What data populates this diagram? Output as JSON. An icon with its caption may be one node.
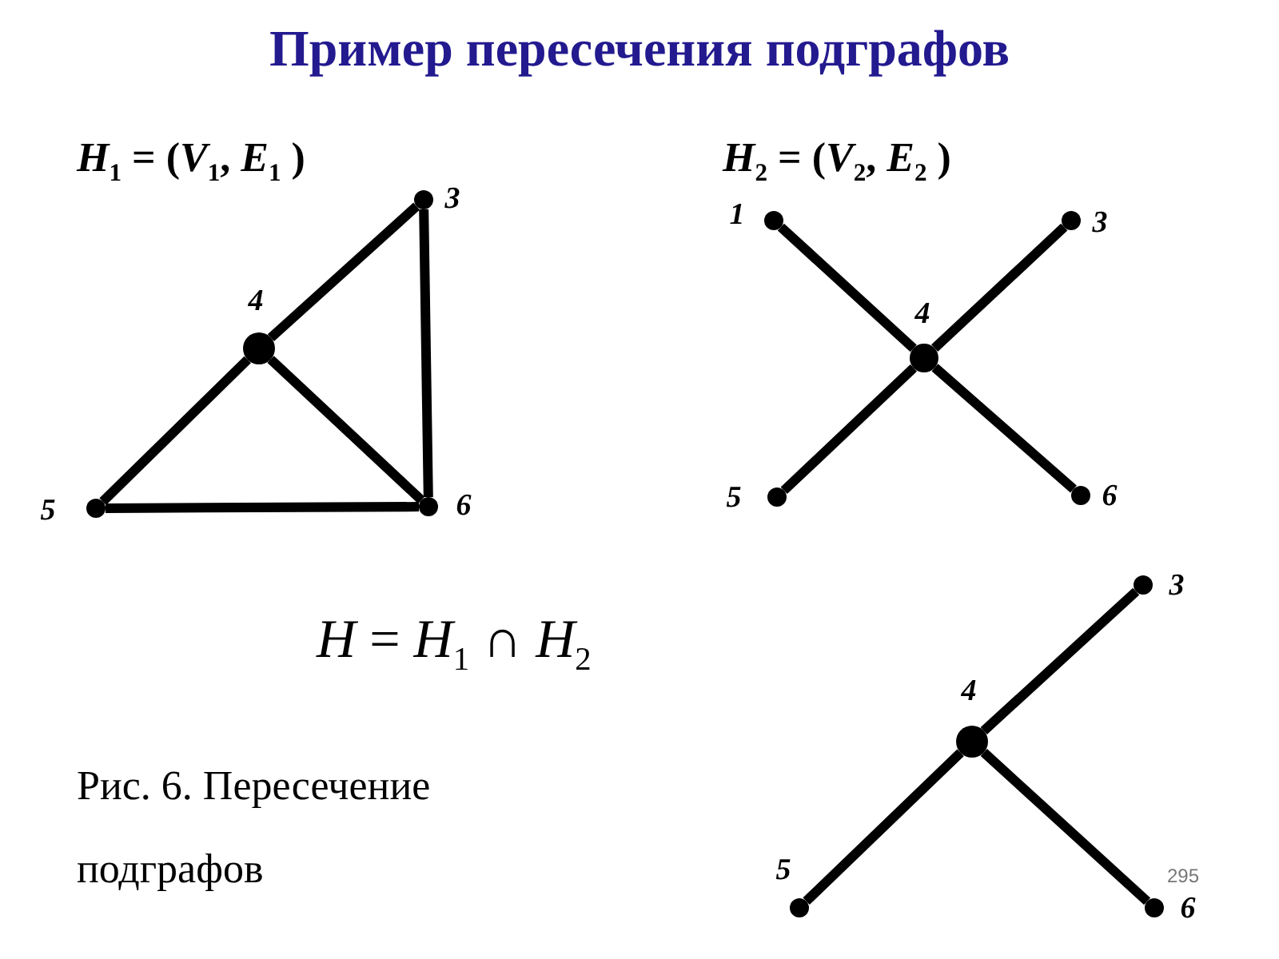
{
  "diagram": {
    "title": "Пример пересечения подграфов",
    "caption": "Рис. 6. Пересечение подграфов",
    "nodes": [
      {
        "text": [],
        "shape": "circle",
        "beside": [
          "3"
        ]
      },
      {
        "text": [],
        "shape": "circle",
        "beside": [
          "4"
        ]
      },
      {
        "text": [],
        "shape": "circle",
        "beside": [
          "5"
        ]
      },
      {
        "text": [],
        "shape": "circle",
        "beside": [
          "6"
        ]
      },
      {
        "text": [],
        "shape": "circle",
        "beside": [
          "1"
        ]
      },
      {
        "text": [],
        "shape": "circle",
        "beside": [
          "3"
        ]
      },
      {
        "text": [],
        "shape": "circle",
        "beside": [
          "4"
        ]
      },
      {
        "text": [],
        "shape": "circle",
        "beside": [
          "5"
        ]
      },
      {
        "text": [],
        "shape": "circle",
        "beside": [
          "6"
        ]
      },
      {
        "text": [],
        "shape": "circle",
        "beside": [
          "3"
        ]
      },
      {
        "text": [],
        "shape": "circle",
        "beside": [
          "4"
        ]
      },
      {
        "text": [],
        "shape": "circle",
        "beside": [
          "5"
        ]
      },
      {
        "text": [],
        "shape": "circle",
        "beside": [
          "6"
        ]
      }
    ],
    "edges": [
      {
        "from": 1,
        "to": 0,
        "arrow": "none"
      },
      {
        "from": 0,
        "to": 3,
        "arrow": "none"
      },
      {
        "from": 1,
        "to": 2,
        "arrow": "none"
      },
      {
        "from": 1,
        "to": 3,
        "arrow": "none"
      },
      {
        "from": 2,
        "to": 3,
        "arrow": "none"
      },
      {
        "from": 4,
        "to": 6,
        "arrow": "none"
      },
      {
        "from": 6,
        "to": 5,
        "arrow": "none"
      },
      {
        "from": 7,
        "to": 6,
        "arrow": "none"
      },
      {
        "from": 6,
        "to": 8,
        "arrow": "none"
      },
      {
        "from": 10,
        "to": 9,
        "arrow": "none"
      },
      {
        "from": 11,
        "to": 10,
        "arrow": "none"
      },
      {
        "from": 10,
        "to": 12,
        "arrow": "none"
      }
    ],
    "labels": [
      "*H*$_{1}$ = (*V*$_{1}$, *E*$_{1}$ )",
      "*H*$_{2}$ = (*V*$_{2}$, *E*$_{2}$ )",
      "*H* = *H*$_{1}$ ∩ *H*$_{2}$",
      "295"
    ]
  }
}
